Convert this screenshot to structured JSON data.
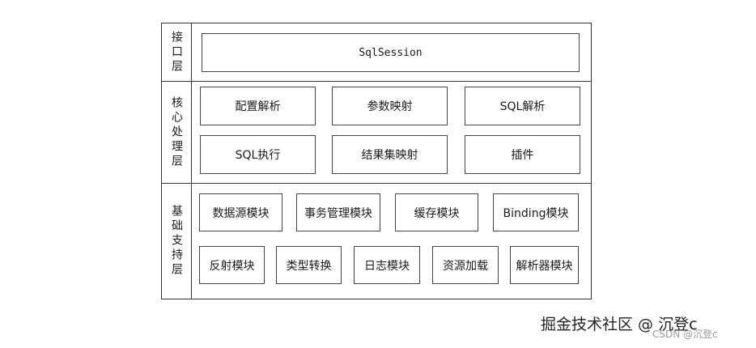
{
  "layers": {
    "interface": {
      "label": "接口层",
      "items": [
        "SqlSession"
      ]
    },
    "core": {
      "label": "核心处理层",
      "items": [
        "配置解析",
        "参数映射",
        "SQL解析",
        "SQL执行",
        "结果集映射",
        "插件"
      ]
    },
    "base": {
      "label": "基础支持层",
      "items": [
        "数据源模块",
        "事务管理模块",
        "缓存模块",
        "Binding模块",
        "反射模块",
        "类型转换",
        "日志模块",
        "资源加载",
        "解析器模块"
      ]
    }
  },
  "watermark": {
    "main": "掘金技术社区 @ 沉登c",
    "sub": "CSDN @沉登c"
  }
}
